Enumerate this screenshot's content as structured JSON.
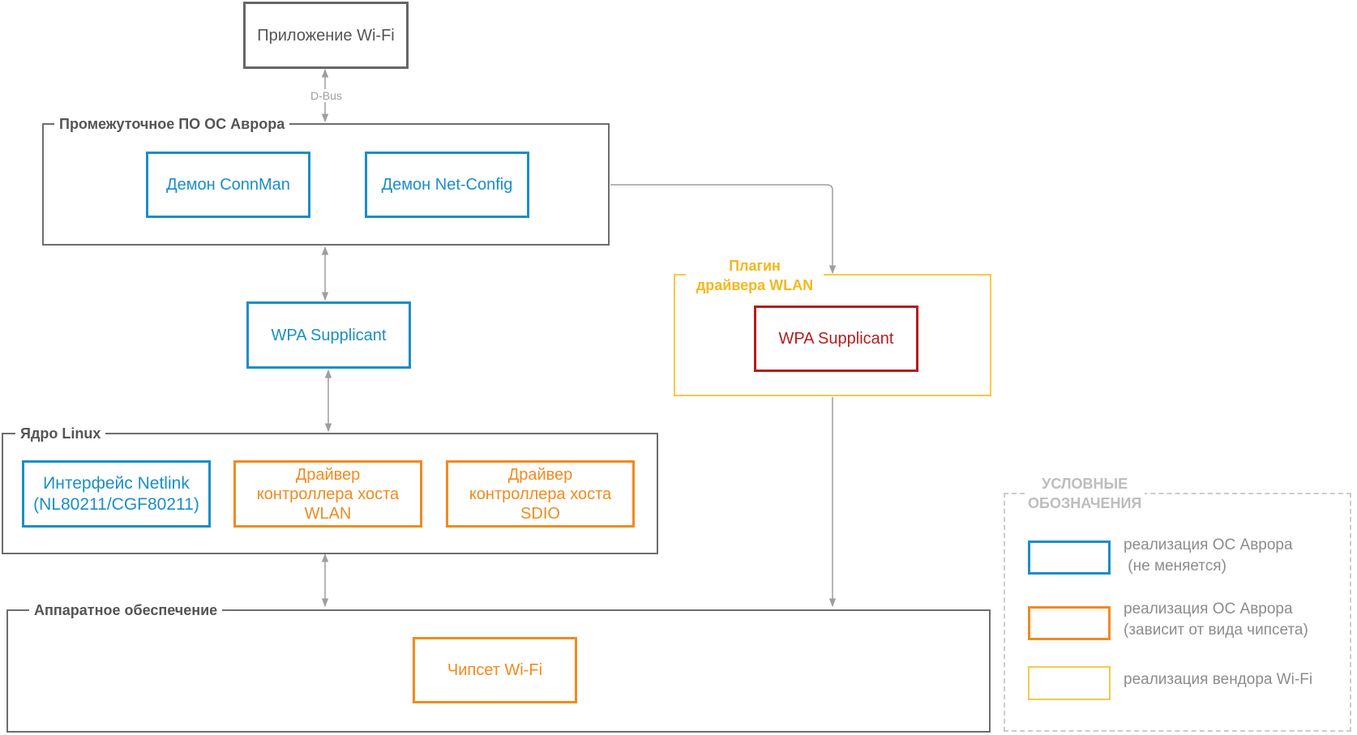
{
  "top": {
    "app_label": "Приложение Wi-Fi",
    "dbus_label": "D-Bus"
  },
  "middleware": {
    "title": "Промежуточное ПО ОС Аврора",
    "connman": "Демон ConnMan",
    "netconfig": "Демон Net-Config"
  },
  "wpa_left": "WPA Supplicant",
  "plugin": {
    "title_line1": "Плагин",
    "title_line2": "драйвера WLAN",
    "wpa": "WPA Supplicant"
  },
  "kernel": {
    "title": "Ядро Linux",
    "netlink_line1": "Интерфейс Netlink",
    "netlink_line2": "(NL80211/CGF80211)",
    "wlan_line1": "Драйвер",
    "wlan_line2": "контроллера хоста",
    "wlan_line3": "WLAN",
    "sdio_line1": "Драйвер",
    "sdio_line2": "контроллера хоста",
    "sdio_line3": "SDIO"
  },
  "hardware": {
    "title": "Аппаратное обеспечение",
    "chipset": "Чипсет Wi-Fi"
  },
  "legend": {
    "title_line1": "УСЛОВНЫЕ",
    "title_line2": "ОБОЗНАЧЕНИЯ",
    "blue_line1": "реализация ОС Аврора",
    "blue_line2": " (не меняется)",
    "orange_line1": "реализация ОС Аврора",
    "orange_line2": "(зависит от вида чипсета)",
    "yellow_line1": "реализация вендора Wi-Fi"
  },
  "colors": {
    "blue": "#1a8ec8",
    "orange": "#f28a1e",
    "yellow": "#f7c948",
    "red": "#b71c1c",
    "gray": "#6d6d6d"
  }
}
